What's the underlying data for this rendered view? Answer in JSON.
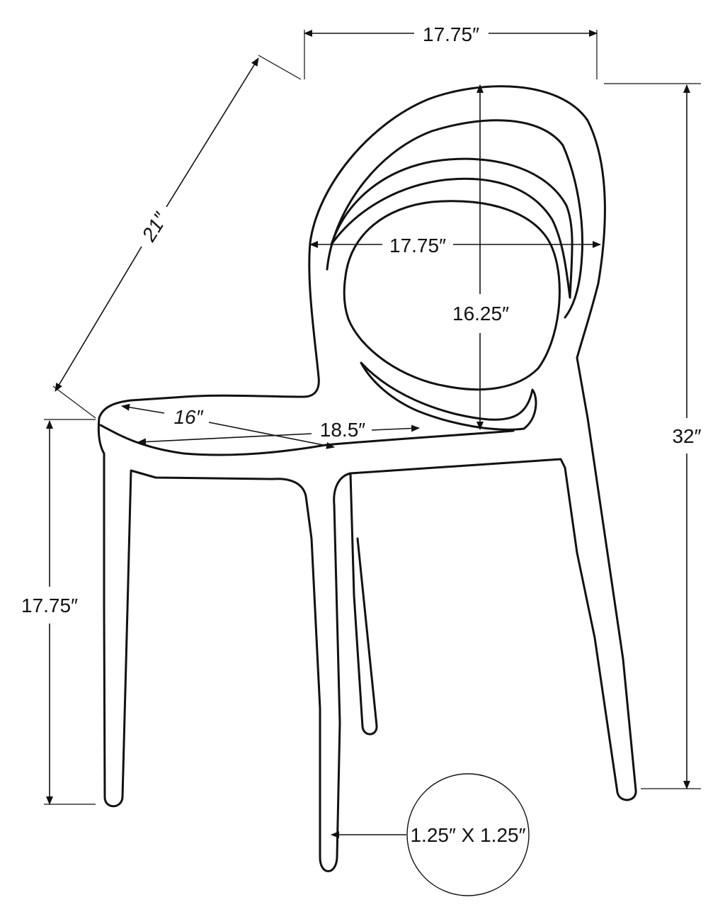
{
  "dimensions": {
    "top_width": "17.75″",
    "depth_diagonal": "21″",
    "back_width": "17.75″",
    "back_height": "16.25″",
    "total_height": "32″",
    "seat_depth_16": "16″",
    "seat_width": "18.5″",
    "seat_height": "17.75″",
    "leg_size": "1.25″ X 1.25″"
  },
  "colors": {
    "line": "#111111",
    "background": "#ffffff"
  }
}
